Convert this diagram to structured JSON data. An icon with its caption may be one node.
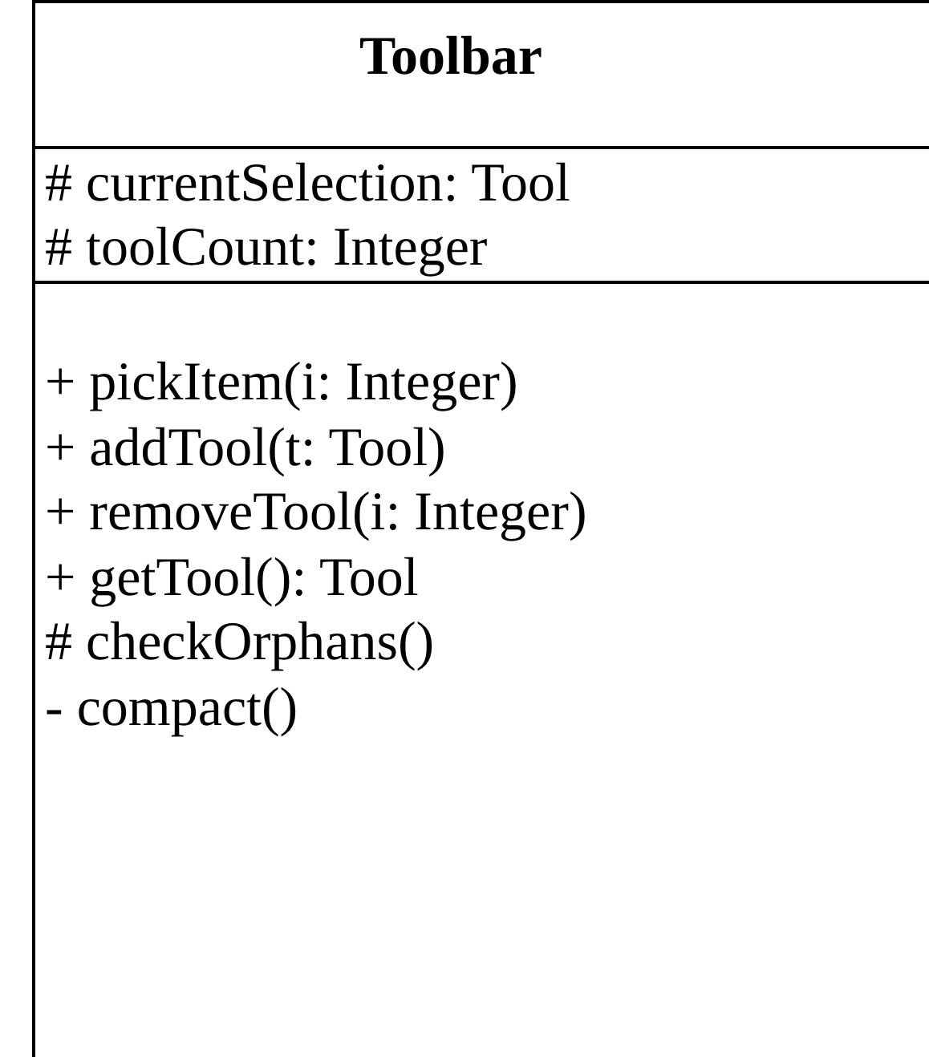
{
  "diagram": {
    "nodes": [
      {
        "text": [
          "Toolbar"
        ]
      },
      {
        "text": [
          "# currentSelection: Tool",
          "# toolCount: Integer"
        ],
        "in": 0
      },
      {
        "text": [
          "+ pickItem(i: Integer)",
          "+ addTool(t: Tool)",
          "+ removeTool(i: Integer)",
          "+ getTool(): Tool",
          "# checkOrphans()",
          "- compact()"
        ],
        "in": 0
      }
    ]
  }
}
